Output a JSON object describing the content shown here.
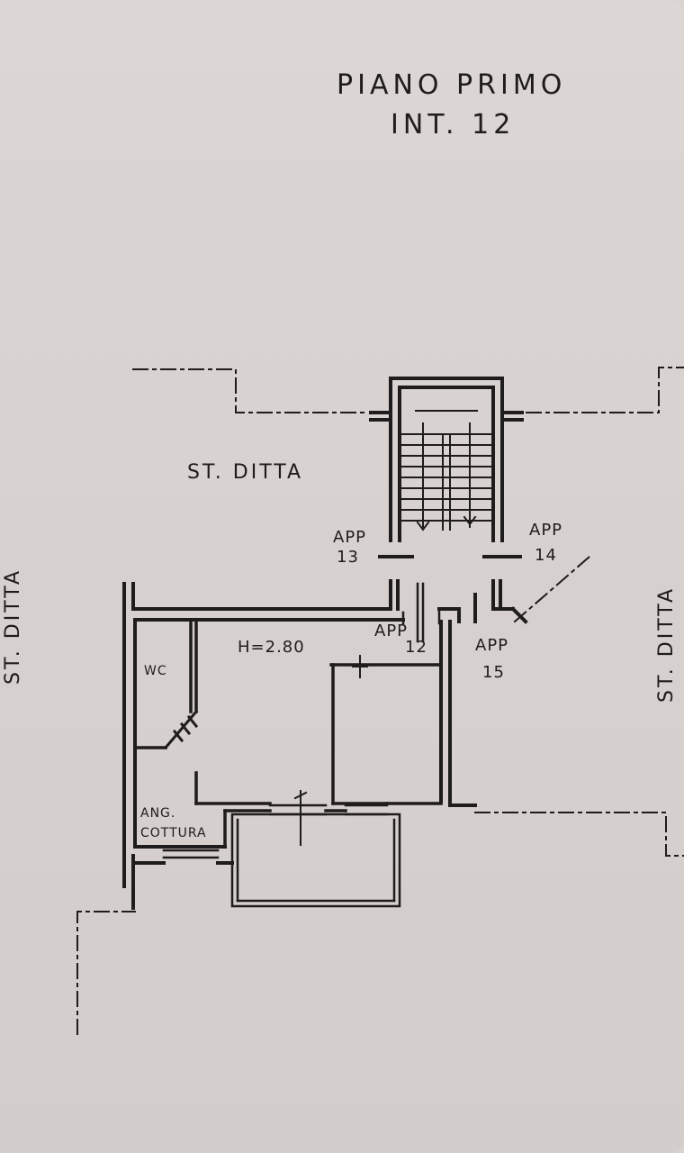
{
  "header": {
    "title": "PIANO PRIMO",
    "unit": "INT. 12"
  },
  "labels": {
    "st_ditta_top": "ST. DITTA",
    "st_ditta_left": "ST. DITTA",
    "st_ditta_right": "ST. DITTA",
    "app13_a": "APP",
    "app13_b": "13",
    "app14_a": "APP",
    "app14_b": "14",
    "app12_a": "APP",
    "app12_b": "12",
    "app15_a": "APP",
    "app15_b": "15",
    "height": "H=2.80",
    "wc": "WC",
    "cottura_a": "ANG.",
    "cottura_b": "COTTURA"
  },
  "colors": {
    "paper": "#d9d3d1",
    "ink": "#1e1c1c"
  }
}
